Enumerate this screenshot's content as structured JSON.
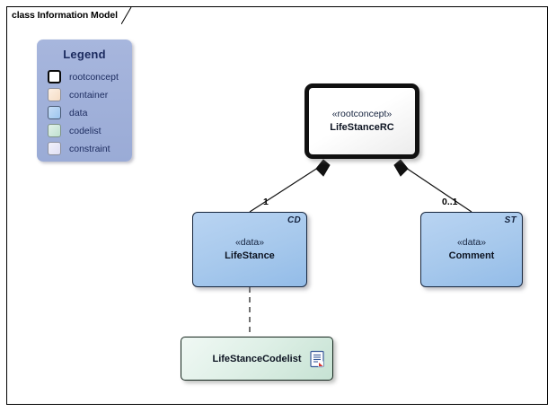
{
  "diagram": {
    "tab_label": "class Information Model",
    "background_color": "#ffffff",
    "border_color": "#000000"
  },
  "legend": {
    "title": "Legend",
    "background_color": "#9fb0d8",
    "text_color": "#1b2a5e",
    "items": [
      {
        "label": "rootconcept",
        "color": "#ffffff",
        "swatch": "sw-root"
      },
      {
        "label": "container",
        "color": "#f7e0cc",
        "swatch": "sw-container"
      },
      {
        "label": "data",
        "color": "#a8cdf0",
        "swatch": "sw-data"
      },
      {
        "label": "codelist",
        "color": "#c8e6d5",
        "swatch": "sw-codelist"
      },
      {
        "label": "constraint",
        "color": "#e4e4f4",
        "swatch": "sw-constraint"
      }
    ]
  },
  "nodes": {
    "rootconcept": {
      "stereotype": "«rootconcept»",
      "name": "LifeStanceRC",
      "corner_tag": "",
      "fill_color": "#ffffff",
      "border_color": "#101010"
    },
    "lifestance": {
      "stereotype": "«data»",
      "name": "LifeStance",
      "corner_tag": "CD",
      "fill_color": "#a6c8ec",
      "border_color": "#16253c"
    },
    "comment": {
      "stereotype": "«data»",
      "name": "Comment",
      "corner_tag": "ST",
      "fill_color": "#a6c8ec",
      "border_color": "#16253c"
    },
    "codelist": {
      "name": "LifeStanceCodelist",
      "icon": "document-icon",
      "fill_color": "#dff0e7",
      "border_color": "#14251c"
    }
  },
  "connectors": {
    "root_to_lifestance": {
      "multiplicity": "1",
      "source_decoration": "filled-diamond",
      "line_style": "solid"
    },
    "root_to_comment": {
      "multiplicity": "0..1",
      "source_decoration": "filled-diamond",
      "line_style": "solid"
    },
    "lifestance_to_codelist": {
      "multiplicity": "",
      "source_decoration": "none",
      "line_style": "dashed"
    }
  }
}
